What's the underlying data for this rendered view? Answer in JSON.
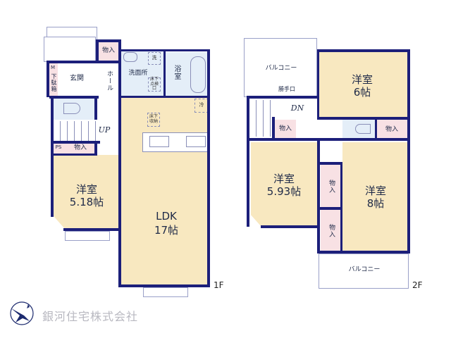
{
  "floor_plan": {
    "floors": [
      {
        "label": "1F",
        "rooms": [
          {
            "name": "LDK",
            "size": "17帖"
          },
          {
            "name": "洋室",
            "size": "5.18帖"
          },
          {
            "name": "玄関"
          },
          {
            "name": "ホール"
          },
          {
            "name": "洗面所"
          },
          {
            "name": "浴室"
          },
          {
            "name": "物入",
            "location": "entrance"
          },
          {
            "name": "物入",
            "location": "stair-storage"
          }
        ],
        "fixtures": {
          "shoe_box": "下駄箱",
          "shoe_box_m": "M",
          "ps": "PS",
          "washer": "洗",
          "underfloor_inspection": "床下点検口",
          "underfloor_storage": "床下収納",
          "fridge": "冷",
          "stairs_direction": "UP"
        }
      },
      {
        "label": "2F",
        "rooms": [
          {
            "name": "洋室",
            "size": "6帖"
          },
          {
            "name": "洋室",
            "size": "5.93帖"
          },
          {
            "name": "洋室",
            "size": "8帖"
          },
          {
            "name": "バルコニー",
            "location": "north"
          },
          {
            "name": "バルコニー",
            "location": "south"
          },
          {
            "name": "物入",
            "location": "hall"
          },
          {
            "name": "物入",
            "location": "6jo"
          },
          {
            "name": "物入",
            "location": "between-upper"
          },
          {
            "name": "物入",
            "location": "between-lower"
          }
        ],
        "fixtures": {
          "back_door": "勝手口",
          "stairs_direction": "DN"
        }
      }
    ],
    "company": "銀河住宅株式会社",
    "logo": "bird-logo-icon"
  },
  "ui": {
    "f1": {
      "ldk_name": "LDK",
      "ldk_size": "17帖",
      "western_name": "洋室",
      "western_size": "5.18帖",
      "genkan": "玄関",
      "hall": "ホール",
      "senmen": "洗面所",
      "yokushitsu": "浴室",
      "monoire1": "物入",
      "monoire2": "物入",
      "shoebox_m": "M",
      "shoebox": "下駄箱",
      "ps": "PS",
      "washer": "洗",
      "inspection": "床下点検口",
      "storage": "床下収納",
      "fridge": "冷",
      "up": "UP",
      "floor": "1F"
    },
    "f2": {
      "room6_name": "洋室",
      "room6_size": "6帖",
      "room593_name": "洋室",
      "room593_size": "5.93帖",
      "room8_name": "洋室",
      "room8_size": "8帖",
      "balcony_n": "バルコニー",
      "balcony_s": "バルコニー",
      "back_door": "勝手口",
      "dn": "DN",
      "monoire_hall": "物入",
      "monoire_6": "物入",
      "monoire_mid1": "物入",
      "monoire_mid2": "物入",
      "floor": "2F"
    },
    "company": "銀河住宅株式会社"
  }
}
